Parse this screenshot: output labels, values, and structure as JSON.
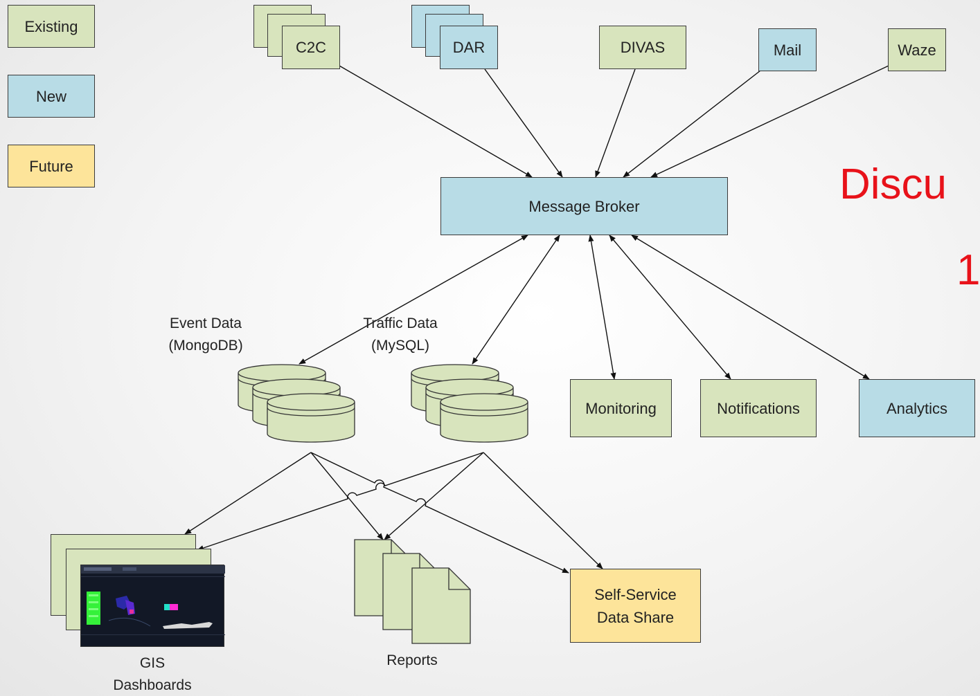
{
  "legend": {
    "existing": "Existing",
    "new": "New",
    "future": "Future"
  },
  "sources": {
    "c2c": "C2C",
    "dar": "DAR",
    "divas": "DIVAS",
    "mail": "Mail",
    "waze": "Waze"
  },
  "broker": "Message Broker",
  "databases": {
    "event": {
      "line1": "Event Data",
      "line2": "(MongoDB)"
    },
    "traffic": {
      "line1": "Traffic Data",
      "line2": "(MySQL)"
    }
  },
  "consumers": {
    "monitoring": "Monitoring",
    "notifications": "Notifications",
    "analytics": "Analytics"
  },
  "outputs": {
    "gis": {
      "line1": "GIS",
      "line2": "Dashboards"
    },
    "reports": "Reports",
    "selfservice": {
      "line1": "Self-Service",
      "line2": "Data Share"
    }
  },
  "overlay": {
    "line1": "Discu",
    "line2": "1"
  },
  "colors": {
    "existing": "#d8e4bd",
    "new": "#b8dce6",
    "future": "#fde49a",
    "overlay_text": "#e8121a"
  }
}
